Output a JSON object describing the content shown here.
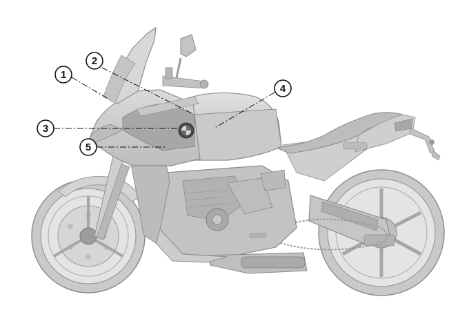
{
  "diagram": {
    "type": "motorcycle-component-callout",
    "callouts": [
      {
        "id": "c1",
        "label": "1"
      },
      {
        "id": "c2",
        "label": "2"
      },
      {
        "id": "c3",
        "label": "3"
      },
      {
        "id": "c4",
        "label": "4"
      },
      {
        "id": "c5",
        "label": "5"
      }
    ]
  },
  "colors": {
    "body_fill": "#d9d9d9",
    "body_stroke": "#9a9a9a",
    "dark_fill": "#8f8f8f",
    "callout_stroke": "#111111"
  }
}
